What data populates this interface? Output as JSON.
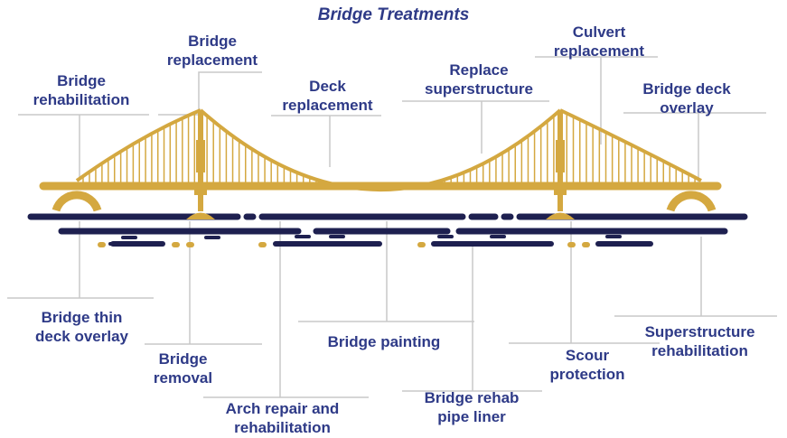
{
  "title": "Bridge Treatments",
  "colors": {
    "gold": "#d4a840",
    "navy": "#1e2050",
    "label": "#2e3a87",
    "leader": "#c8c8c8"
  },
  "labels": {
    "bridge_replacement": [
      "Bridge",
      "replacement"
    ],
    "bridge_rehabilitation": [
      "Bridge",
      "rehabilitation"
    ],
    "deck_replacement": [
      "Deck",
      "replacement"
    ],
    "replace_superstructure": [
      "Replace",
      "superstructure"
    ],
    "culvert_replacement": [
      "Culvert",
      "replacement"
    ],
    "bridge_deck_overlay": [
      "Bridge deck",
      "overlay"
    ],
    "bridge_thin_deck_overlay": [
      "Bridge thin",
      "deck overlay"
    ],
    "bridge_removal": [
      "Bridge",
      "removal"
    ],
    "arch_repair": [
      "Arch repair and",
      "rehabilitation"
    ],
    "bridge_painting": [
      "Bridge painting"
    ],
    "bridge_rehab_pipe_liner": [
      "Bridge rehab",
      "pipe liner"
    ],
    "scour_protection": [
      "Scour",
      "protection"
    ],
    "superstructure_rehabilitation": [
      "Superstructure",
      "rehabilitation"
    ]
  }
}
